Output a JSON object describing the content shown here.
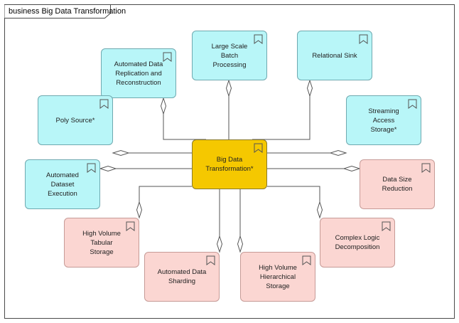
{
  "diagram": {
    "title": "business Big Data Transformation",
    "center": {
      "label": "Big Data\nTransformation*"
    },
    "nodes": [
      {
        "id": "automated-data-replication",
        "label": "Automated Data\nReplication and\nReconstruction",
        "style": "blue"
      },
      {
        "id": "large-scale-batch-processing",
        "label": "Large Scale Batch\nProcessing",
        "style": "blue"
      },
      {
        "id": "relational-sink",
        "label": "Relational Sink",
        "style": "blue"
      },
      {
        "id": "poly-source",
        "label": "Poly Source*",
        "style": "blue"
      },
      {
        "id": "streaming-access-storage",
        "label": "Streaming Access\nStorage*",
        "style": "blue"
      },
      {
        "id": "automated-dataset-execution",
        "label": "Automated Dataset\nExecution",
        "style": "blue"
      },
      {
        "id": "data-size-reduction",
        "label": "Data Size Reduction",
        "style": "pink"
      },
      {
        "id": "high-volume-tabular-storage",
        "label": "High Volume Tabular\nStorage",
        "style": "pink"
      },
      {
        "id": "complex-logic-decomposition",
        "label": "Complex Logic\nDecomposition",
        "style": "pink"
      },
      {
        "id": "automated-data-sharding",
        "label": "Automated Data\nSharding",
        "style": "pink"
      },
      {
        "id": "high-volume-hierarchical-storage",
        "label": "High Volume\nHierarchical Storage",
        "style": "pink"
      }
    ],
    "colors": {
      "blue_fill": "#b8f6f8",
      "pink_fill": "#fbd6d2",
      "center_fill": "#f5c800",
      "line": "#555555"
    },
    "icon": "business-capability-icon",
    "connector_end": "hollow-diamond"
  }
}
